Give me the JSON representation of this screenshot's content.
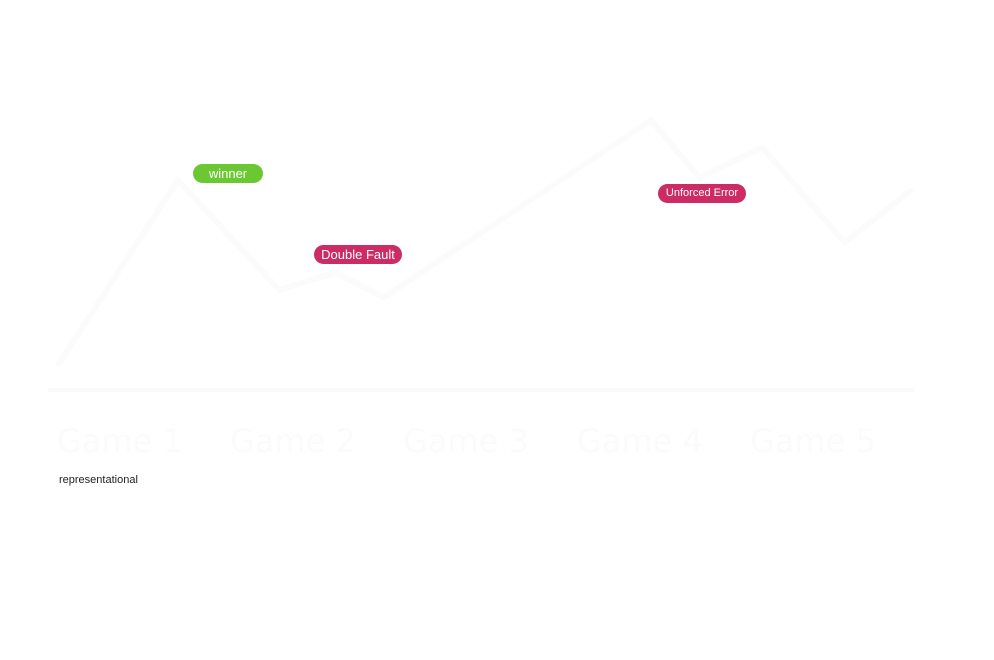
{
  "chart_data": {
    "type": "line",
    "title": "",
    "xlabel": "",
    "ylabel": "",
    "categories": [
      "Game 1",
      "Game 2",
      "Game 3",
      "Game 4",
      "Game 5"
    ],
    "x": [
      0,
      0.7,
      1.29,
      1.62,
      1.9,
      3.46,
      3.74,
      4.11,
      4.59,
      4.98
    ],
    "values": [
      1,
      8.4,
      4,
      4.7,
      3.7,
      10.8,
      8.5,
      9.7,
      5.9,
      8
    ],
    "ylim": [
      0,
      12
    ],
    "xlim": [
      0,
      5
    ],
    "grid": false,
    "line_color": "#fbfbfb",
    "annotations": [
      {
        "label": "winner",
        "color": "#6cc832",
        "near_point": 1
      },
      {
        "label": "Double Fault",
        "color": "#cc2b63",
        "near_point": 3
      },
      {
        "label": "Unforced Error",
        "color": "#cc2b63",
        "near_point": 6
      }
    ]
  },
  "footnote": "representational"
}
